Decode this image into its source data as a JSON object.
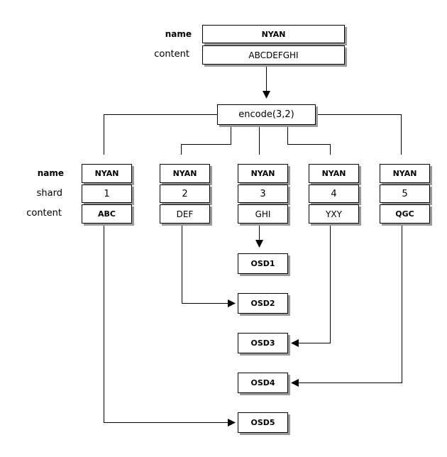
{
  "object": {
    "name_label": "name",
    "content_label": "content",
    "name": "NYAN",
    "content": "ABCDEFGHI"
  },
  "encode": {
    "label": "encode(3,2)"
  },
  "shard_labels": {
    "name": "name",
    "shard": "shard",
    "content": "content"
  },
  "shards": [
    {
      "name": "NYAN",
      "shard": "1",
      "content": "ABC",
      "osd": "OSD5"
    },
    {
      "name": "NYAN",
      "shard": "2",
      "content": "DEF",
      "osd": "OSD2"
    },
    {
      "name": "NYAN",
      "shard": "3",
      "content": "GHI",
      "osd": "OSD1"
    },
    {
      "name": "NYAN",
      "shard": "4",
      "content": "YXY",
      "osd": "OSD3"
    },
    {
      "name": "NYAN",
      "shard": "5",
      "content": "QGC",
      "osd": "OSD4"
    }
  ],
  "osds": [
    "OSD1",
    "OSD2",
    "OSD3",
    "OSD4",
    "OSD5"
  ]
}
